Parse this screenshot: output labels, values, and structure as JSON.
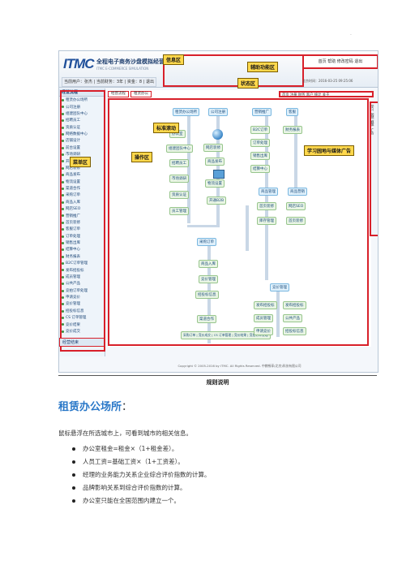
{
  "app": {
    "logo": "ITMC",
    "logo_sub": "全程电子商务沙盘模拟经营系统",
    "logo_en": "ITMC E-COMMERCE SIMULATION",
    "toolbar": "当前用户：张杰 | 当前财务：3年 | 资金：8 | 退出"
  },
  "labels": {
    "info": "信息区",
    "help": "辅助功能区",
    "status": "状态区",
    "marquee": "标准滚动",
    "menu": "菜单区",
    "operate": "操作区",
    "study": "学习园地与媒体广告"
  },
  "header": {
    "tools": "首页  帮助  修改密码  退出",
    "time": "北京时间：2016-03-25 09:25:06"
  },
  "sidebar": {
    "head": "经营流程",
    "items": [
      "租赁办公场所",
      "公司注册",
      "组建团队中心",
      "招聘员工",
      "资质认证",
      "网络数据中心",
      "店铺设计",
      "前台设置",
      "市场调研",
      "开通B2B",
      "网店装修",
      "商品发布",
      "物流设置",
      "渠道合作",
      "采购订单",
      "商品入库",
      "网店SEO",
      "营销推广",
      "首页装修",
      "客服订单",
      "订单处理",
      "销售出库",
      "结算中心",
      "财务报表",
      "B2C订单管理",
      "发布招投标",
      "成员管理",
      "公共产品",
      "竞拍订单处理",
      "申请竞价",
      "竞价管理",
      "招投标信息",
      "CS 订单管理",
      "竞价结果",
      "竞价成交"
    ],
    "foot": "经营结束"
  },
  "tabs": [
    "经营流程",
    "租赁办公"
  ],
  "options": "首页  注册  财务  客户  统计  关于",
  "right_strip": [
    "学习",
    "园地",
    "媒体",
    "广告"
  ],
  "flow": {
    "top_1": "租赁办公场所",
    "top_2": "公司注册",
    "left_1": "办公室",
    "left_2": "组建团队中心",
    "left_3": "招聘员工",
    "left_4": "市场调研",
    "left_5": "资质认证",
    "left_6": "员工管理",
    "mid_1": "网店装修",
    "mid_2": "商品发布",
    "mid_3": "物流设置",
    "mid_4": "开通B2B",
    "right_top": "营销推广",
    "right_1": "B2C订单",
    "right_2": "订单处理",
    "right_3": "销售出库",
    "right_4": "结算中心",
    "far_1": "客服",
    "far_2": "财务报表",
    "mid_merge": "采购订单",
    "b1": "商品入库",
    "b2": "竞价管理",
    "b3": "招投标信息",
    "b4": "网店SEO",
    "b5": "首页装修",
    "c1": "商品管理",
    "c2": "首页装修",
    "c3": "库存管理",
    "c4": "商品营销",
    "bottom": "渠道合作",
    "bottom_row": "采购订单 | 竞价成交 | CS 订单管理 | 竞价结果 | 竞拍订单处理",
    "r_block": "竞价管理",
    "r1": "发布招投标",
    "r2": "发布招投标",
    "r3": "成员管理",
    "r4": "公共产品",
    "r5": "申请竞价",
    "r6": "招投标信息"
  },
  "footer": "Copyright © 2005-2016 by ITMC. All Rights Reserved. 中教畅享(北京)科技有限公司",
  "caption": "规则说明",
  "section": {
    "title": "租赁办公场所",
    "colon": "：",
    "intro": "鼠标悬浮在所选城市上，可看到城市的相关信息。",
    "bullets": [
      "办公室租金=租金×（1+租金差）。",
      "人员工资=基础工资×（1+工资差）。",
      "经理的业务能力关系企业综合评价指数的计算。",
      "品牌影响关系到综合评价指数的计算。",
      "办公室只能在全国范围内建立一个。"
    ]
  }
}
